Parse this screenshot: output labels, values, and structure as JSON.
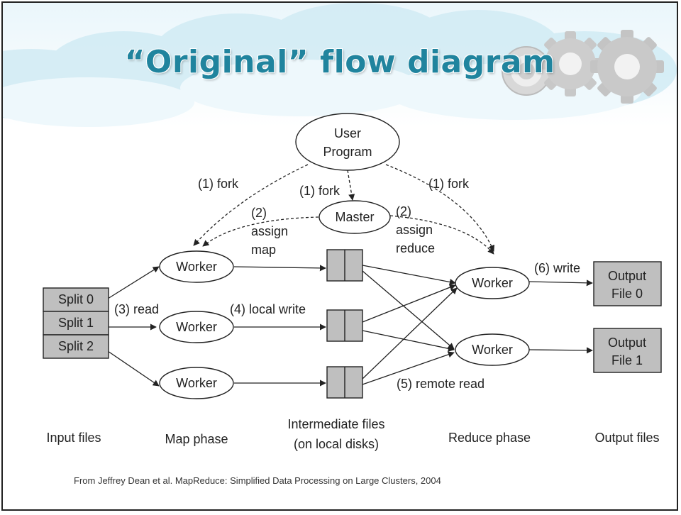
{
  "title": "“Original” flow diagram",
  "nodes": {
    "user_program": [
      "User",
      "Program"
    ],
    "master": "Master",
    "worker": "Worker",
    "splits": [
      "Split 0",
      "Split 1",
      "Split 2"
    ],
    "outputs": [
      [
        "Output",
        "File 0"
      ],
      [
        "Output",
        "File 1"
      ]
    ]
  },
  "edge_labels": {
    "fork_left": "(1) fork",
    "fork_mid": "(1) fork",
    "fork_right": "(1) fork",
    "assign_map": [
      "(2)",
      "assign",
      "map"
    ],
    "assign_reduce": [
      "(2)",
      "assign",
      "reduce"
    ],
    "read": "(3) read",
    "local_write": "(4) local write",
    "remote_read": "(5) remote read",
    "write": "(6) write"
  },
  "columns": {
    "input": "Input files",
    "map": "Map phase",
    "intermediate": [
      "Intermediate files",
      "(on local disks)"
    ],
    "reduce": "Reduce phase",
    "output": "Output files"
  },
  "credit": "From Jeffrey Dean et al. MapReduce: Simplified Data Processing on Large Clusters, 2004",
  "colors": {
    "title": "#20849e",
    "box_fill": "#bfbfbf",
    "stroke": "#222222"
  }
}
